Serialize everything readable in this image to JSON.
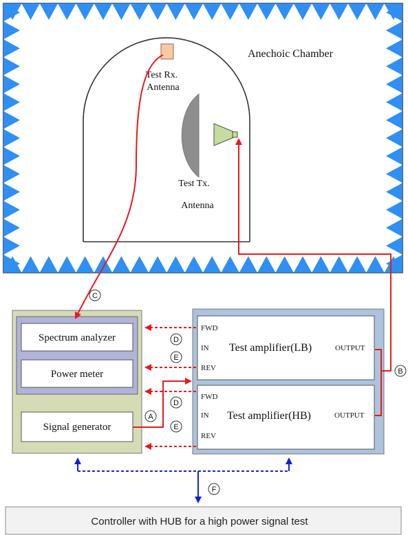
{
  "chamber": {
    "title": "Anechoic Chamber",
    "rx_antenna_label_line1": "Test Rx.",
    "rx_antenna_label_line2": "Antenna",
    "tx_antenna_label_line1": "Test Tx.",
    "tx_antenna_label_line2": "Antenna",
    "absorber_color": "#2f8ff3"
  },
  "instruments": {
    "spectrum_analyzer": "Spectrum analyzer",
    "power_meter": "Power meter",
    "signal_generator": "Signal generator",
    "rack_fill": "#d5dcb5",
    "meter_group_fill": "#b1b3d9"
  },
  "amplifiers": {
    "rack_fill": "#adc3de",
    "lb": {
      "title": "Test amplifier(LB)",
      "fwd": "FWD",
      "in": "IN",
      "rev": "REV",
      "output": "OUTPUT"
    },
    "hb": {
      "title": "Test amplifier(HB)",
      "fwd": "FWD",
      "in": "IN",
      "rev": "REV",
      "output": "OUTPUT"
    }
  },
  "markers": {
    "a": "A",
    "b": "B",
    "c": "C",
    "d": "D",
    "e": "E",
    "f": "F"
  },
  "controller": {
    "label": "Controller with HUB for a high power signal test"
  },
  "colors": {
    "rf_line": "#e8191c",
    "control_line": "#1420d8"
  }
}
